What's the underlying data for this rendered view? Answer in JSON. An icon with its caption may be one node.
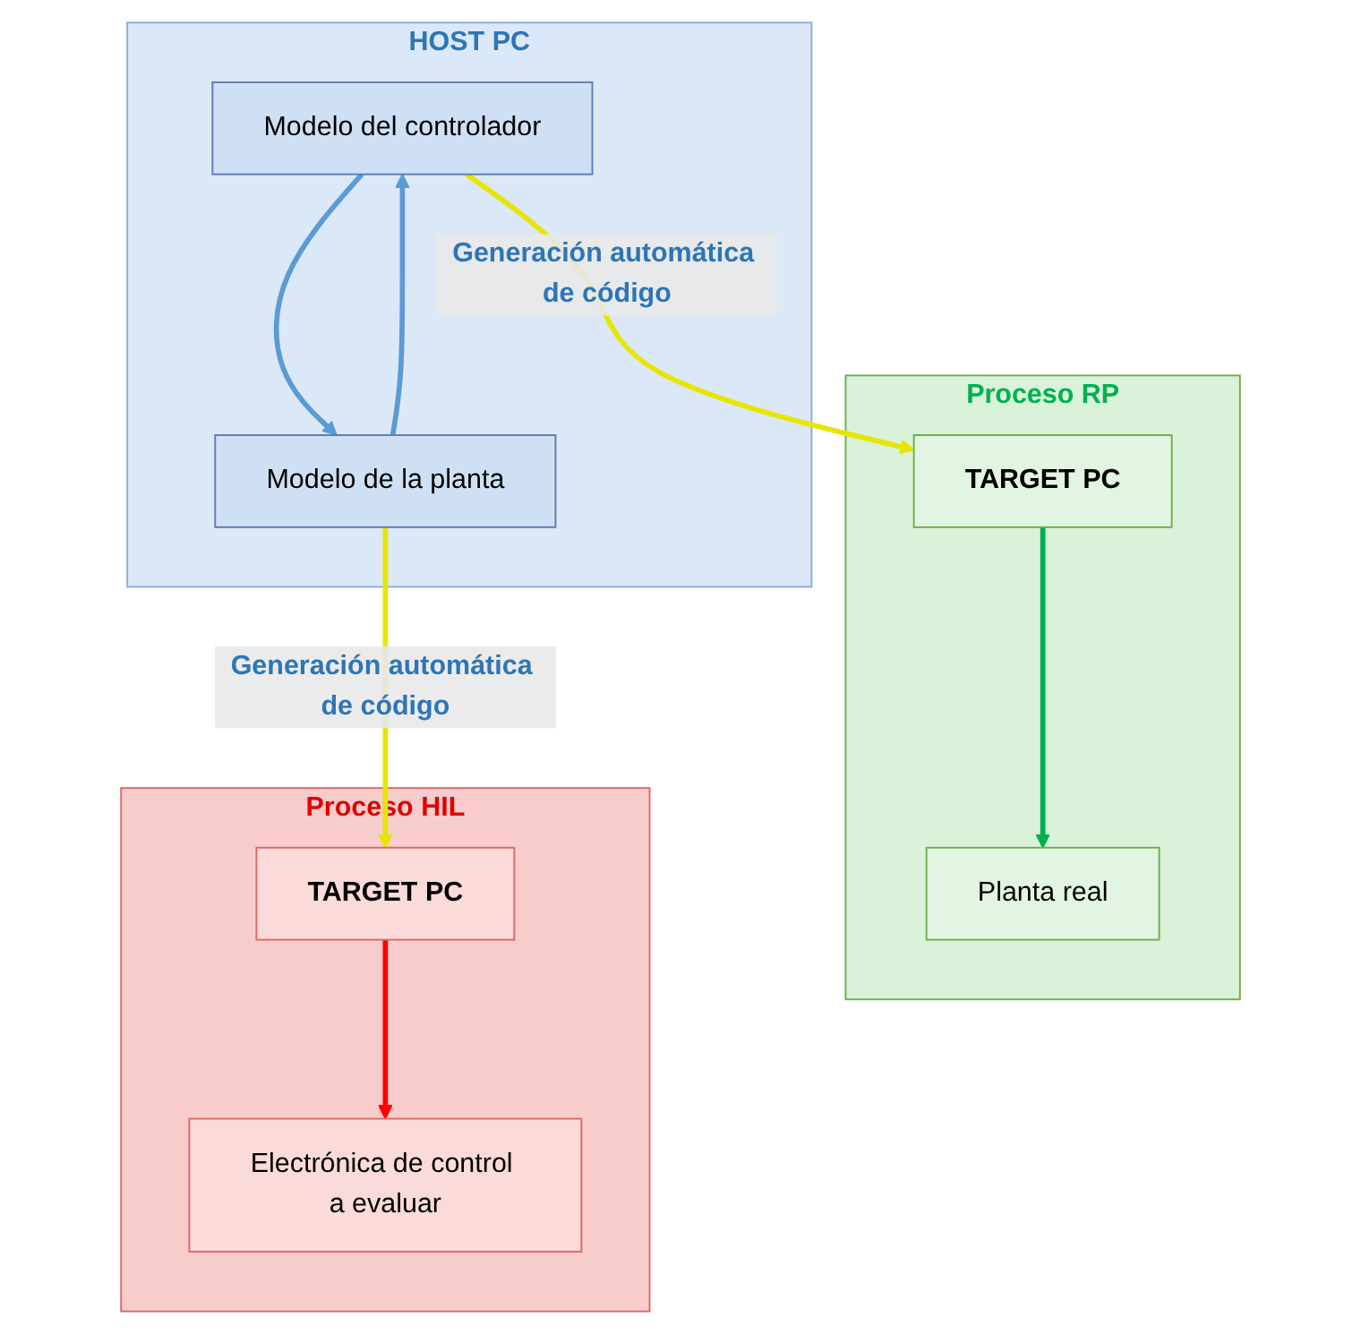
{
  "diagram": {
    "nodes": [
      {
        "text": [
          "Proceso RP"
        ]
      },
      {
        "text": [
          "TARGET PC"
        ],
        "in": 0
      },
      {
        "text": [
          "Planta real"
        ],
        "in": 0
      },
      {
        "text": [
          "HOST PC"
        ]
      },
      {
        "text": [
          "Modelo del controlador"
        ],
        "in": 3
      },
      {
        "text": [
          "Modelo de la planta"
        ],
        "in": 3
      },
      {
        "text": [
          "Proceso HIL"
        ]
      },
      {
        "text": [
          "Electrónica de control a evaluar"
        ],
        "in": 6
      },
      {
        "text": [
          "TARGET PC"
        ],
        "in": 6
      }
    ],
    "edges": [
      {
        "from": 1,
        "to": 2,
        "arrow": "to",
        "color": "#00b050"
      },
      {
        "from": 4,
        "to": 1,
        "arrow": "to",
        "color": "#e6e600",
        "label": "Generación automática de código"
      },
      {
        "from": 4,
        "to": 5,
        "arrow": "to",
        "color": "#5b9bd5"
      },
      {
        "from": 5,
        "to": 4,
        "arrow": "to",
        "color": "#5b9bd5"
      },
      {
        "from": 5,
        "to": 8,
        "arrow": "to",
        "color": "#e6e600",
        "label": "Generación automática de código"
      },
      {
        "from": 8,
        "to": 7,
        "arrow": "to",
        "color": "#ff0000"
      }
    ]
  }
}
